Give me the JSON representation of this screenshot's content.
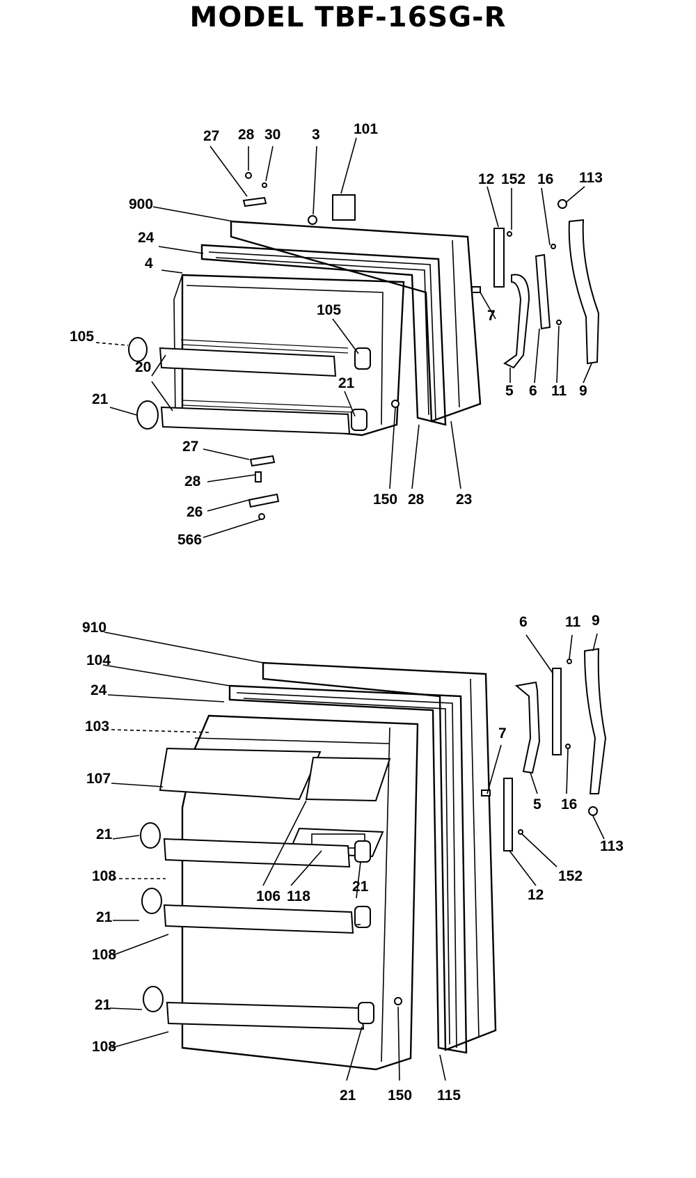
{
  "diagram": {
    "title": "MODEL TBF-16SG-R",
    "freezer_door": {
      "callouts": [
        "27",
        "28",
        "30",
        "3",
        "101",
        "12",
        "152",
        "16",
        "113",
        "900",
        "24",
        "4",
        "7",
        "105",
        "105",
        "20",
        "21",
        "21",
        "150",
        "28",
        "23",
        "5",
        "6",
        "11",
        "9",
        "27",
        "28",
        "26",
        "566"
      ]
    },
    "fresh_food_door": {
      "callouts": [
        "910",
        "104",
        "24",
        "103",
        "107",
        "21",
        "108",
        "106",
        "118",
        "21",
        "21",
        "108",
        "21",
        "108",
        "21",
        "150",
        "115",
        "6",
        "11",
        "9",
        "7",
        "5",
        "16",
        "113",
        "12",
        "152"
      ]
    }
  }
}
